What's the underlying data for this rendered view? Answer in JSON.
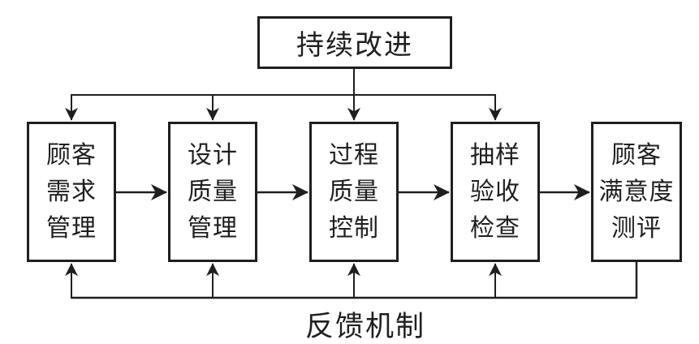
{
  "diagram": {
    "title_box": {
      "label": "持续改进"
    },
    "stages": [
      {
        "id": "customer-requirements-management",
        "lines": [
          "顾客",
          "需求",
          "管理"
        ]
      },
      {
        "id": "design-quality-management",
        "lines": [
          "设计",
          "质量",
          "管理"
        ]
      },
      {
        "id": "process-quality-control",
        "lines": [
          "过程",
          "质量",
          "控制"
        ]
      },
      {
        "id": "sampling-acceptance-inspection",
        "lines": [
          "抽样",
          "验收",
          "检查"
        ]
      },
      {
        "id": "customer-satisfaction-evaluation",
        "lines": [
          "顾客",
          "满意度",
          "测评"
        ]
      }
    ],
    "feedback_label": "反馈机制",
    "colors": {
      "line": "#1f1f1f",
      "text": "#1f1f1f",
      "background": "#ffffff"
    }
  }
}
